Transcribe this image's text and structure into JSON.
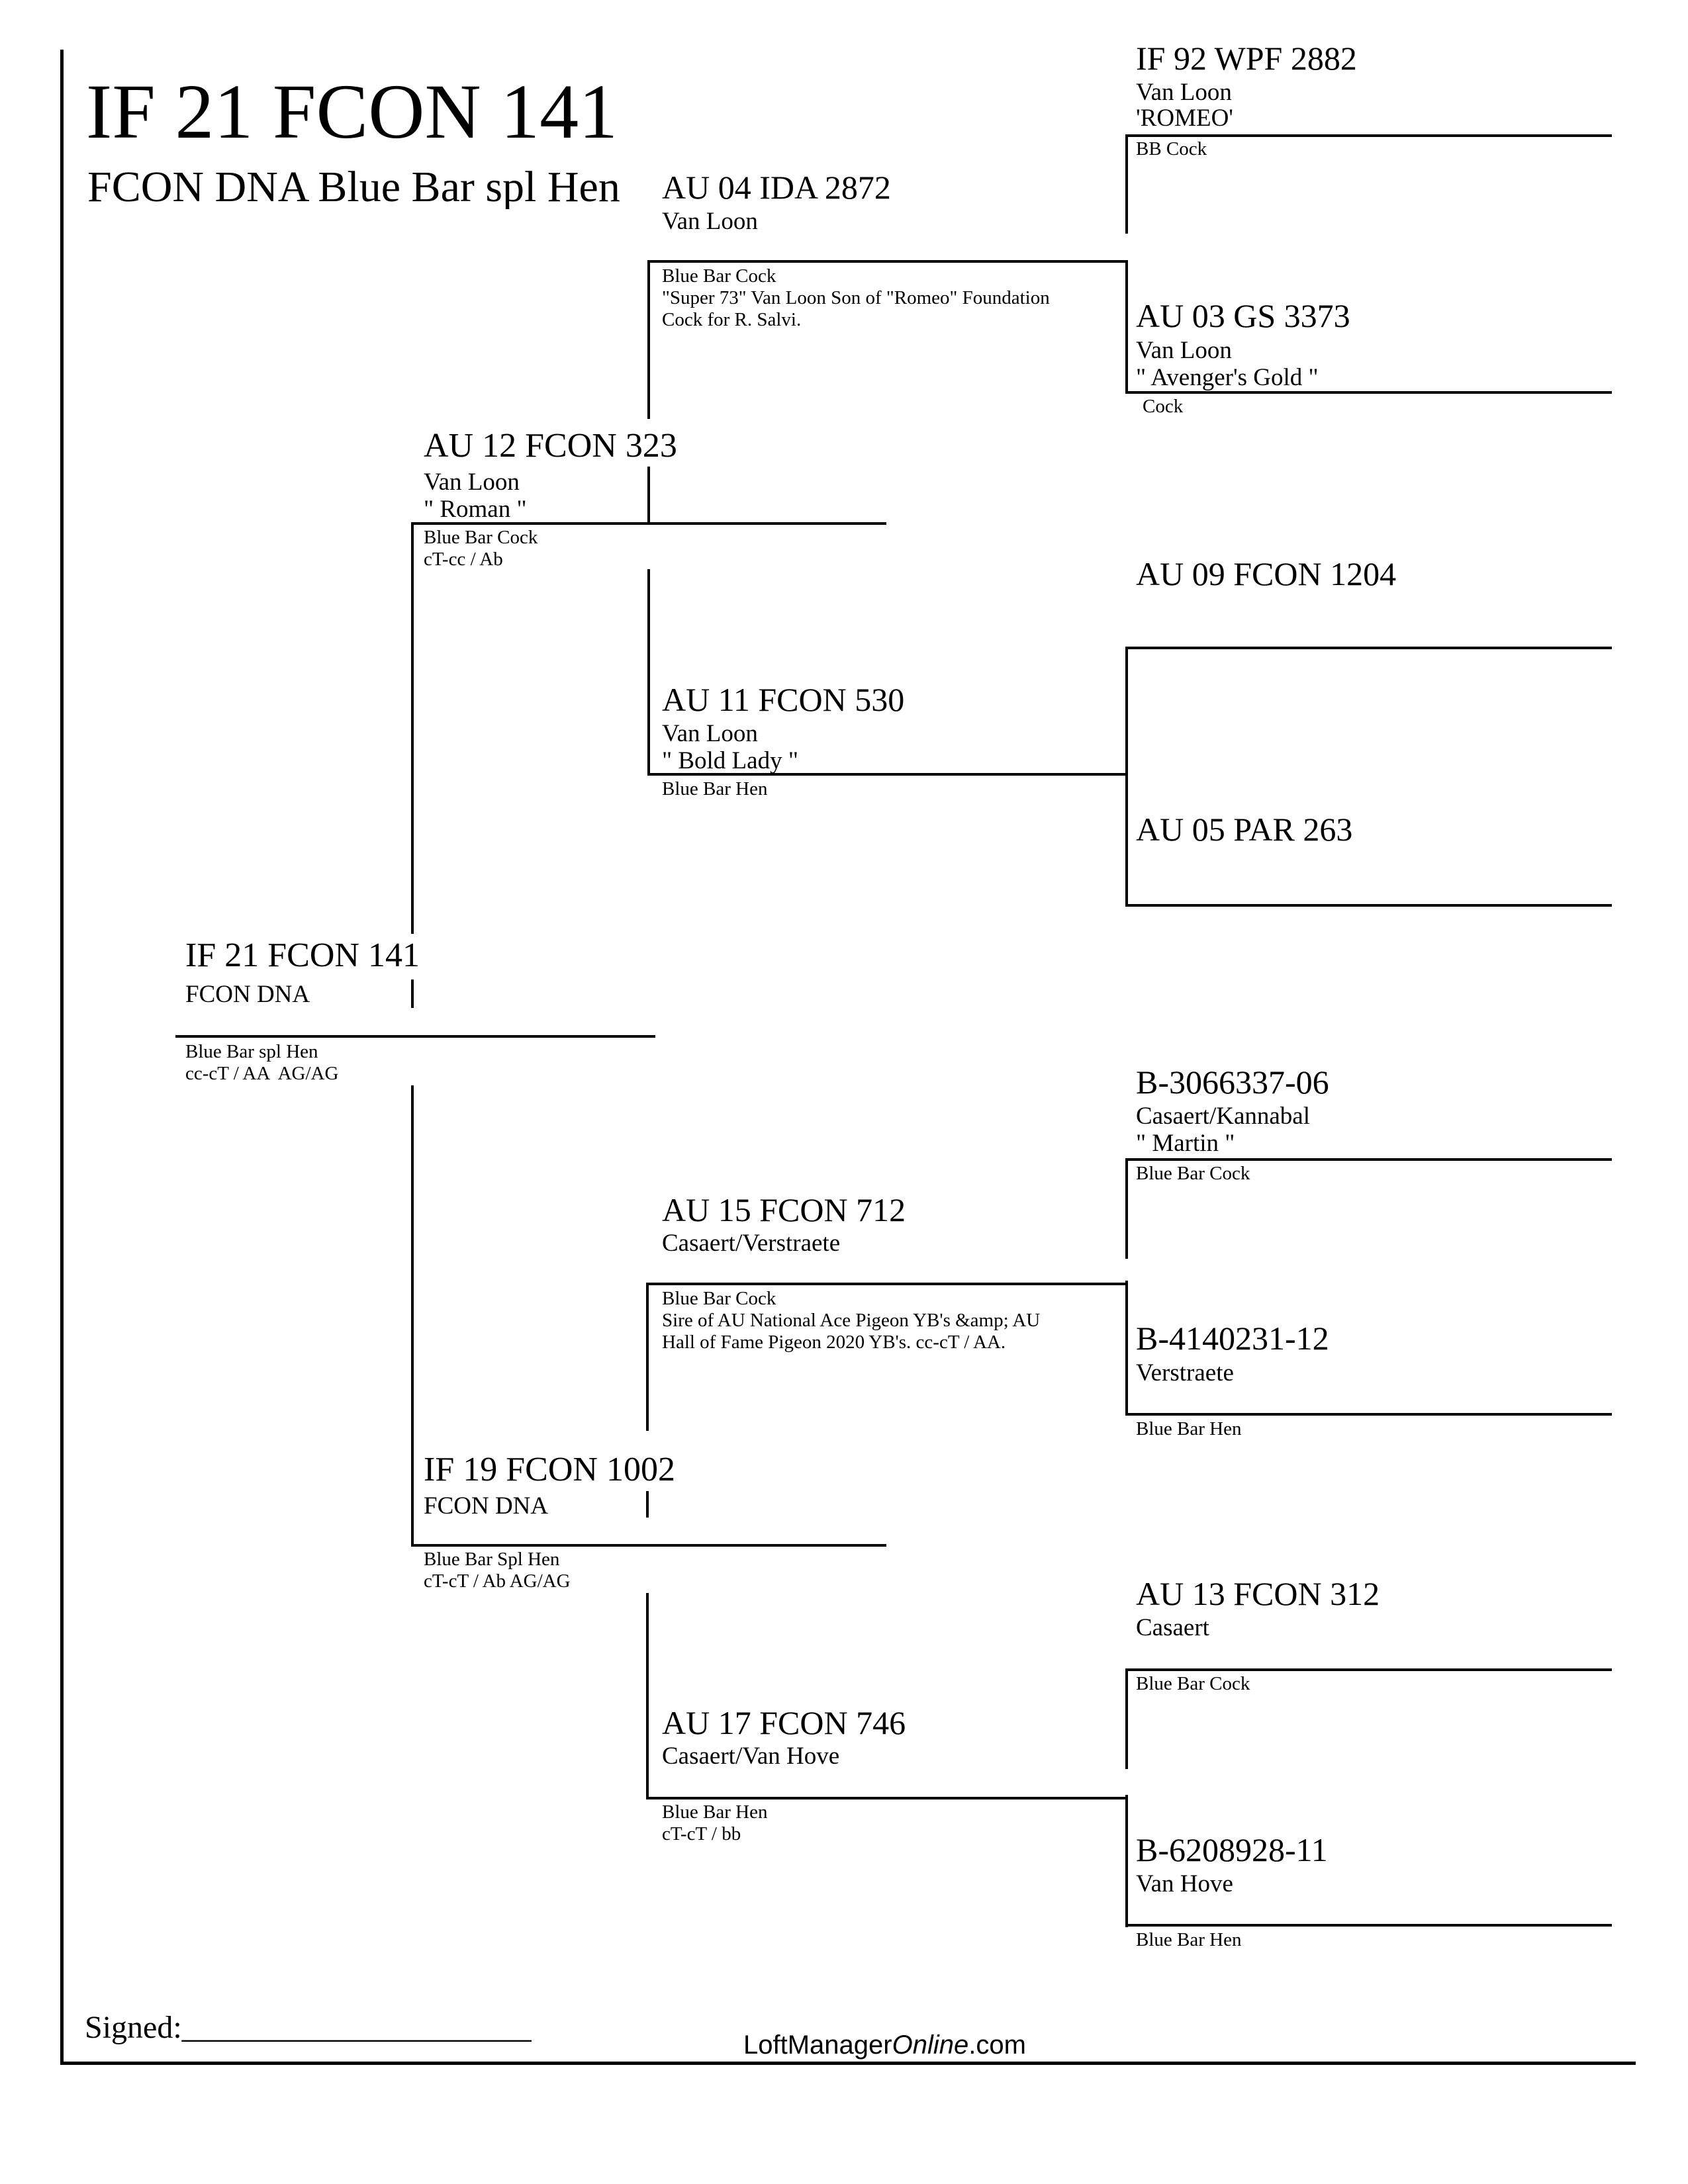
{
  "header": {
    "title": "IF 21 FCON 141",
    "subtitle": "FCON DNA Blue Bar spl Hen"
  },
  "subject": {
    "ring": "IF 21 FCON 141",
    "breeder": "FCON DNA",
    "notes": [
      "Blue Bar spl Hen",
      "cc-cT / AA  AG/AG"
    ]
  },
  "sire": {
    "ring": "AU 12 FCON 323",
    "breeder": "Van Loon",
    "name": "\" Roman \"",
    "notes": [
      "Blue Bar Cock",
      "cT-cc / Ab"
    ]
  },
  "dam": {
    "ring": "IF 19 FCON 1002",
    "breeder": "FCON DNA",
    "notes": [
      "Blue Bar Spl Hen",
      "cT-cT / Ab AG/AG"
    ]
  },
  "sire_sire": {
    "ring": "AU 04 IDA 2872",
    "breeder": "Van Loon",
    "notes": [
      "Blue Bar Cock",
      "\"Super 73\" Van Loon Son of \"Romeo\" Foundation",
      "Cock for R. Salvi."
    ]
  },
  "sire_dam": {
    "ring": "AU 11 FCON 530",
    "breeder": "Van Loon",
    "name": "\" Bold Lady \"",
    "notes": [
      "Blue Bar Hen"
    ]
  },
  "dam_sire": {
    "ring": "AU 15 FCON 712",
    "breeder": "Casaert/Verstraete",
    "notes": [
      "Blue Bar Cock",
      "Sire of AU National Ace Pigeon YB's &amp; AU",
      "Hall of Fame Pigeon 2020 YB's. cc-cT / AA."
    ]
  },
  "dam_dam": {
    "ring": "AU 17 FCON 746",
    "breeder": "Casaert/Van Hove",
    "notes": [
      "Blue Bar Hen",
      "cT-cT / bb"
    ]
  },
  "gen3": [
    {
      "ring": "IF 92 WPF 2882",
      "breeder": "Van Loon",
      "name": "'ROMEO'",
      "notes": [
        "BB Cock"
      ]
    },
    {
      "ring": "AU 03 GS 3373",
      "breeder": "Van Loon",
      "name": "\" Avenger's Gold \"",
      "notes": [
        "Cock"
      ]
    },
    {
      "ring": "AU 09 FCON 1204",
      "breeder": "",
      "name": "",
      "notes": []
    },
    {
      "ring": "AU 05 PAR 263",
      "breeder": "",
      "name": "",
      "notes": []
    },
    {
      "ring": "B-3066337-06",
      "breeder": "Casaert/Kannabal",
      "name": "\" Martin \"",
      "notes": [
        "Blue Bar Cock"
      ]
    },
    {
      "ring": "B-4140231-12",
      "breeder": "Verstraete",
      "name": "",
      "notes": [
        "Blue Bar Hen"
      ]
    },
    {
      "ring": "AU 13 FCON 312",
      "breeder": "Casaert",
      "name": "",
      "notes": [
        "Blue Bar Cock"
      ]
    },
    {
      "ring": "B-6208928-11",
      "breeder": "Van Hove",
      "name": "",
      "notes": [
        "Blue Bar Hen"
      ]
    }
  ],
  "footer": {
    "signed_label": "Signed:",
    "signature_line": "______________________",
    "brand_prefix": "LoftManager",
    "brand_italic": "Online",
    "brand_suffix": ".com"
  }
}
